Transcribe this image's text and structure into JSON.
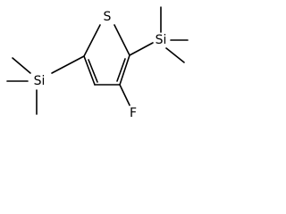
{
  "molecule": {
    "atoms": {
      "sulfur": "S",
      "silicon_right": "Si",
      "silicon_left": "Si",
      "fluorine": "F"
    }
  }
}
